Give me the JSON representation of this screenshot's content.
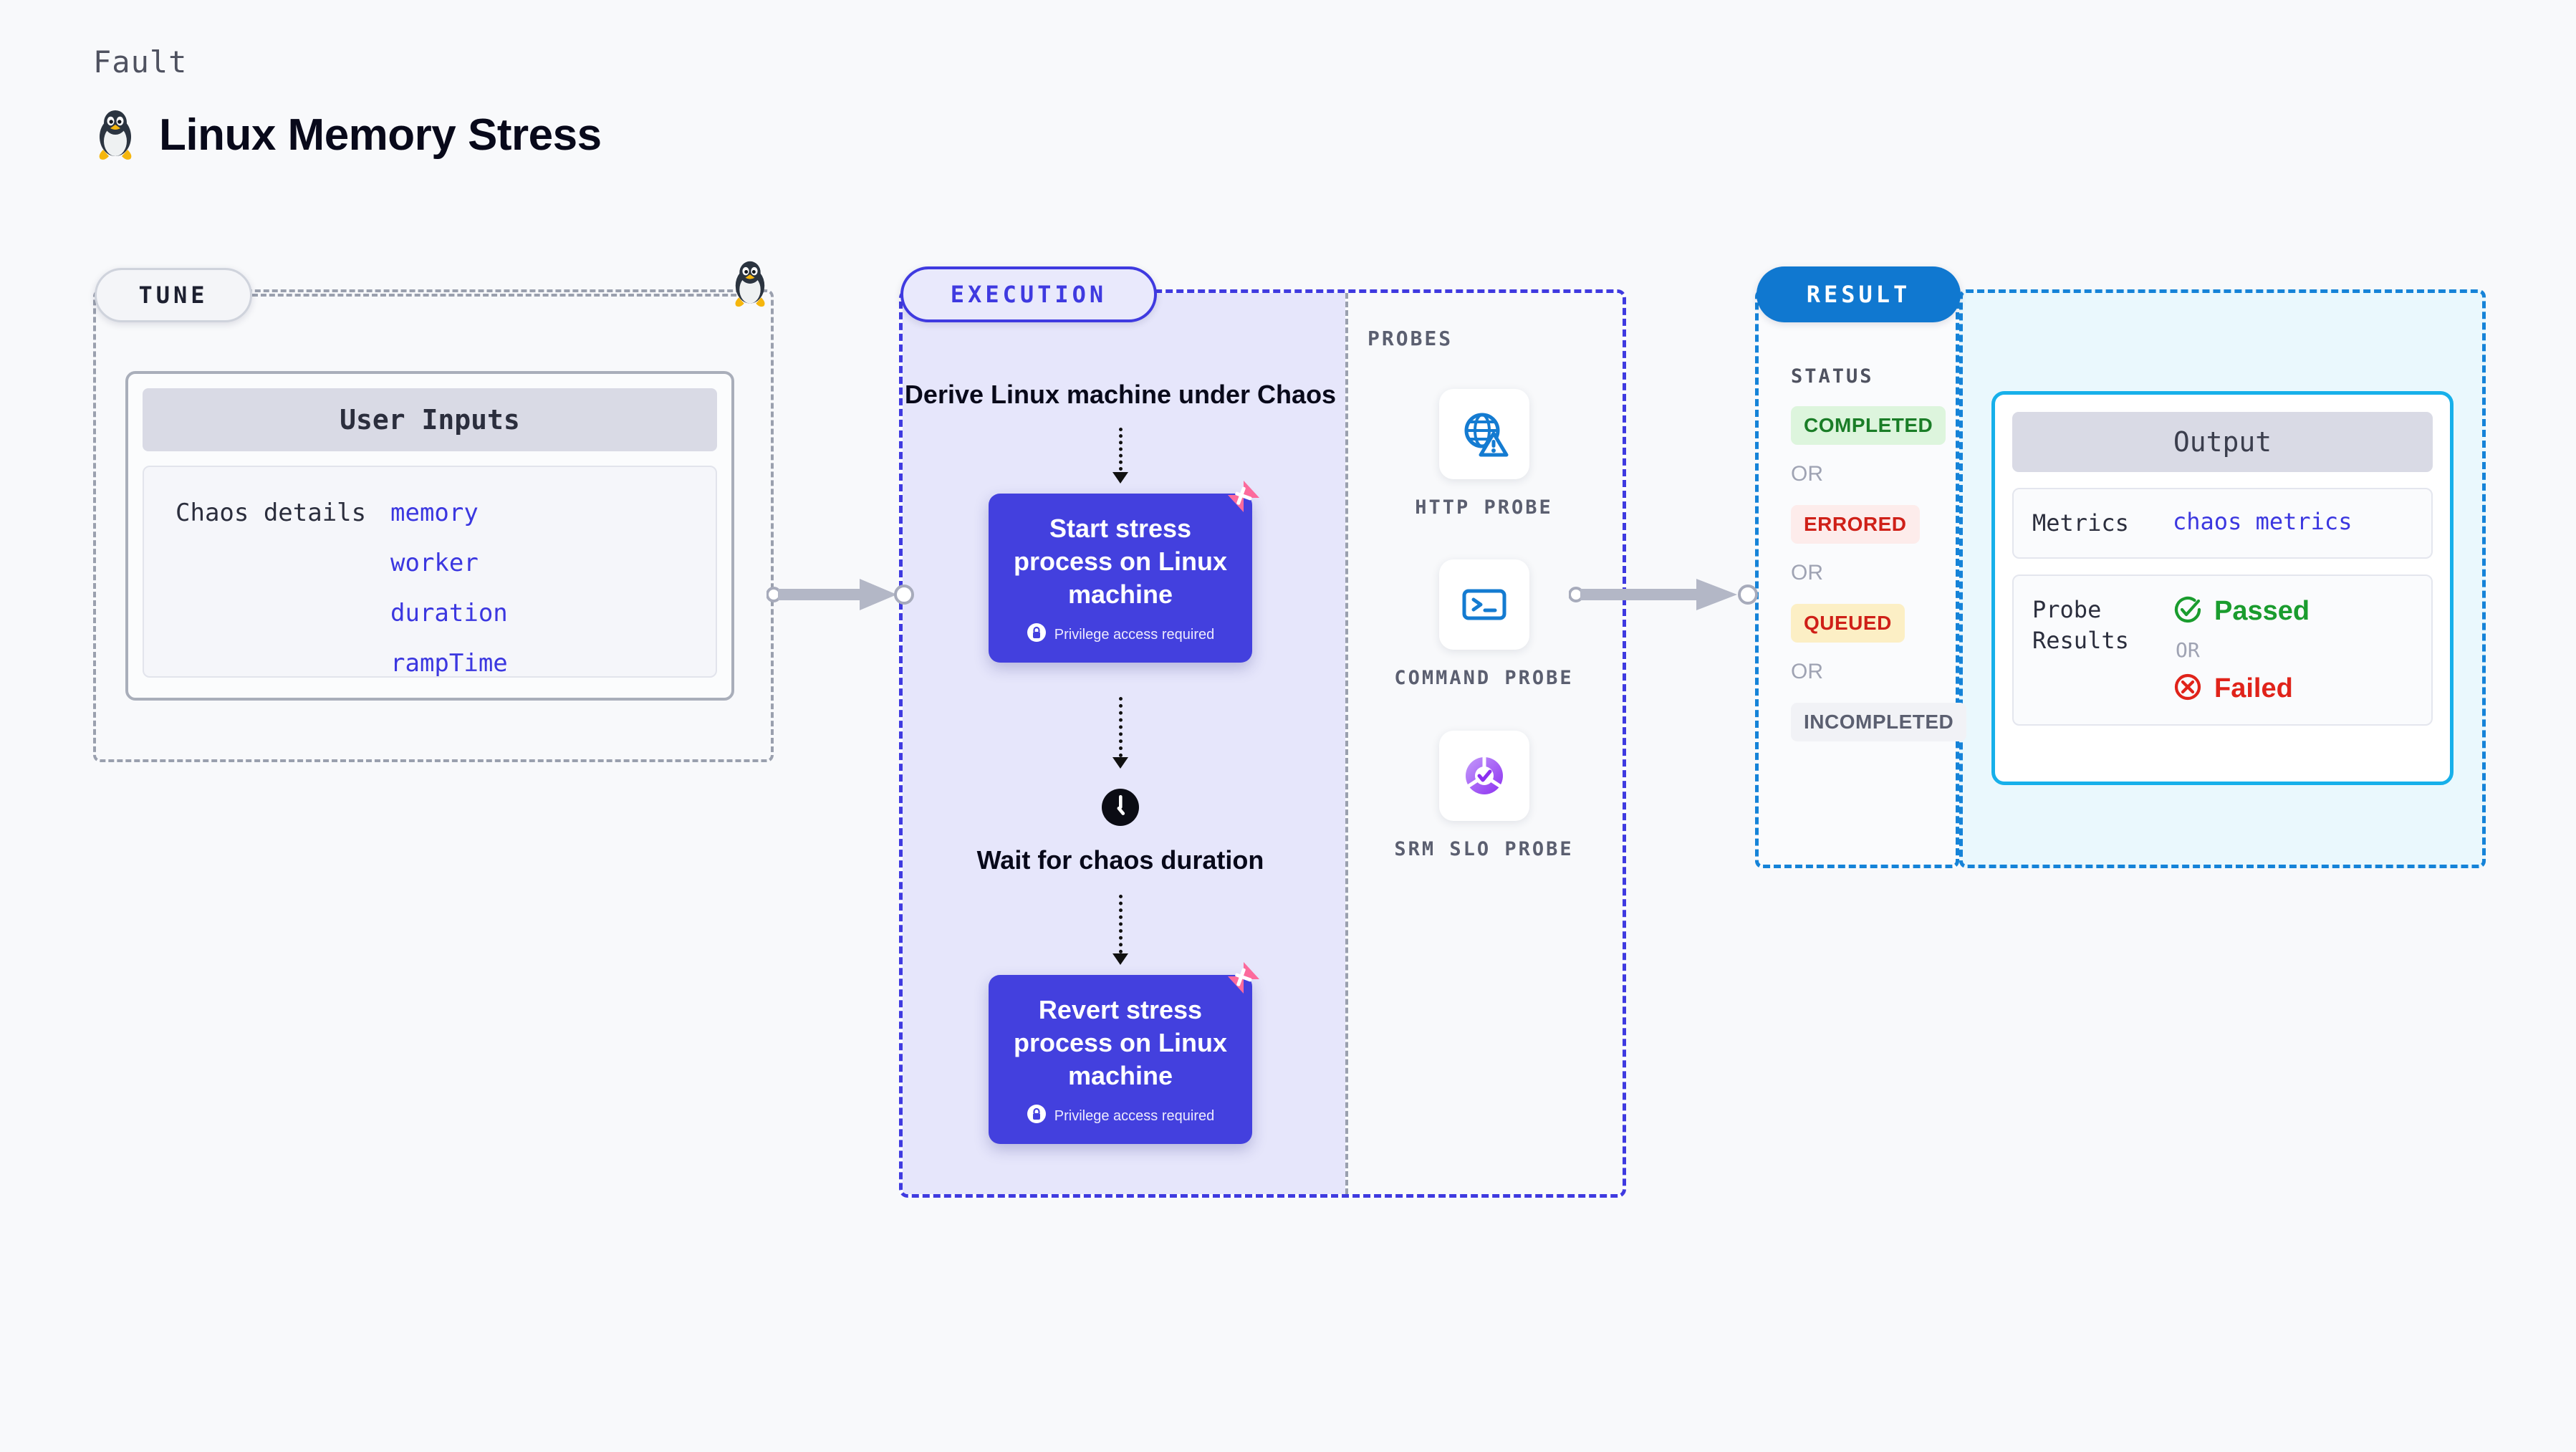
{
  "header": {
    "eyebrow": "Fault",
    "title": "Linux Memory Stress",
    "icon": "linux-tux-icon"
  },
  "tune": {
    "pill_label": "TUNE",
    "corner_icon": "linux-tux-icon",
    "user_inputs": {
      "header": "User Inputs",
      "row_label": "Chaos details",
      "params": [
        "memory",
        "worker",
        "duration",
        "rampTime"
      ]
    }
  },
  "execution": {
    "pill_label": "EXECUTION",
    "steps": [
      {
        "type": "text",
        "label": "Derive Linux machine under Chaos"
      },
      {
        "type": "card",
        "label": "Start stress process on Linux machine",
        "privilege_note": "Privilege access required",
        "badge_icon": "harness-logo-icon",
        "lock_icon": "lock-icon"
      },
      {
        "type": "clock",
        "icon": "clock-icon",
        "label": "Wait for chaos duration"
      },
      {
        "type": "card",
        "label": "Revert stress process on Linux machine",
        "privilege_note": "Privilege access required",
        "badge_icon": "harness-logo-icon",
        "lock_icon": "lock-icon"
      }
    ],
    "probes": {
      "label": "PROBES",
      "items": [
        {
          "caption": "HTTP PROBE",
          "icon": "globe-warning-icon"
        },
        {
          "caption": "COMMAND PROBE",
          "icon": "terminal-icon"
        },
        {
          "caption": "SRM SLO PROBE",
          "icon": "slo-gauge-check-icon"
        }
      ]
    }
  },
  "result": {
    "pill_label": "RESULT",
    "status": {
      "label": "STATUS",
      "or_text": "OR",
      "badges": [
        {
          "text": "COMPLETED",
          "color": "#1a7d27",
          "bg": "#ddf5dd"
        },
        {
          "text": "ERRORED",
          "color": "#cf2018",
          "bg": "#fdeceb"
        },
        {
          "text": "QUEUED",
          "color": "#cf2018",
          "bg": "#fcefc5"
        },
        {
          "text": "INCOMPLETED",
          "color": "#5b5f70",
          "bg": "#f1f2f6"
        }
      ]
    },
    "output": {
      "header": "Output",
      "metrics_label": "Metrics",
      "metrics_value": "chaos metrics",
      "probe_results_label": "Probe Results",
      "passed_text": "Passed",
      "failed_text": "Failed",
      "or_text": "OR",
      "passed_icon": "check-circle-icon",
      "failed_icon": "x-circle-icon"
    }
  },
  "colors": {
    "page_bg": "#f8f9fb",
    "indigo": "#3f3ae0",
    "card_indigo": "#4340de",
    "blue": "#1078d0",
    "cyan": "#17b0ea",
    "gray_dash": "#9aa0ae",
    "pink": "#fc6a9c",
    "green": "#1a9c2e",
    "red": "#e0231a"
  }
}
